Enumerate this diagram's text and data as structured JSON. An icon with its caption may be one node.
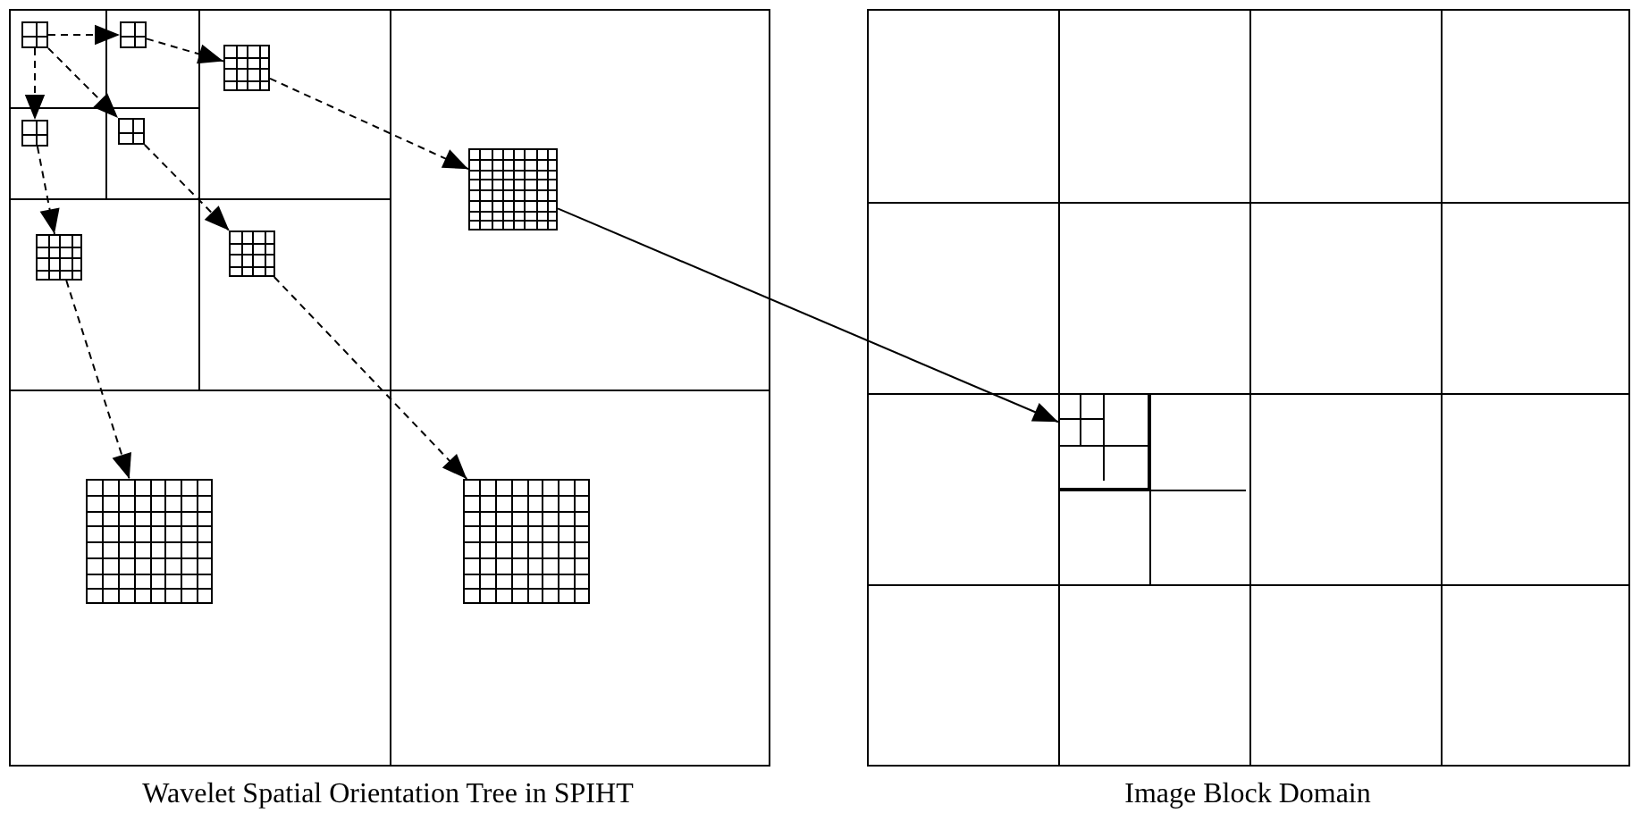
{
  "diagram": {
    "nodes": [
      {
        "text": [],
        "shape": "box"
      },
      {
        "text": [],
        "shape": "box"
      },
      {
        "text": [],
        "shape": "box"
      },
      {
        "text": [],
        "shape": "box"
      },
      {
        "text": [],
        "shape": "box"
      },
      {
        "text": [],
        "shape": "box"
      },
      {
        "text": [],
        "shape": "box"
      },
      {
        "text": [],
        "shape": "box"
      },
      {
        "text": [],
        "shape": "box"
      },
      {
        "text": [],
        "shape": "box"
      },
      {
        "text": [],
        "shape": "box"
      }
    ],
    "edges": [
      {
        "from": 0,
        "to": 1,
        "arrow": "to",
        "style": "dashed"
      },
      {
        "from": 0,
        "to": 2,
        "arrow": "to",
        "style": "dashed"
      },
      {
        "from": 0,
        "to": 3,
        "arrow": "to",
        "style": "dashed"
      },
      {
        "from": 1,
        "to": 4,
        "arrow": "to",
        "style": "dashed"
      },
      {
        "from": 4,
        "to": 5,
        "arrow": "to",
        "style": "dashed"
      },
      {
        "from": 2,
        "to": 6,
        "arrow": "to",
        "style": "dashed"
      },
      {
        "from": 3,
        "to": 7,
        "arrow": "to",
        "style": "dashed"
      },
      {
        "from": 6,
        "to": 8,
        "arrow": "to",
        "style": "dashed"
      },
      {
        "from": 7,
        "to": 9,
        "arrow": "to",
        "style": "dashed"
      },
      {
        "from": 5,
        "to": 10,
        "arrow": "to"
      }
    ],
    "labels": [
      "Wavelet Spatial Orientation Tree in SPIHT",
      "Image Block Domain"
    ]
  }
}
